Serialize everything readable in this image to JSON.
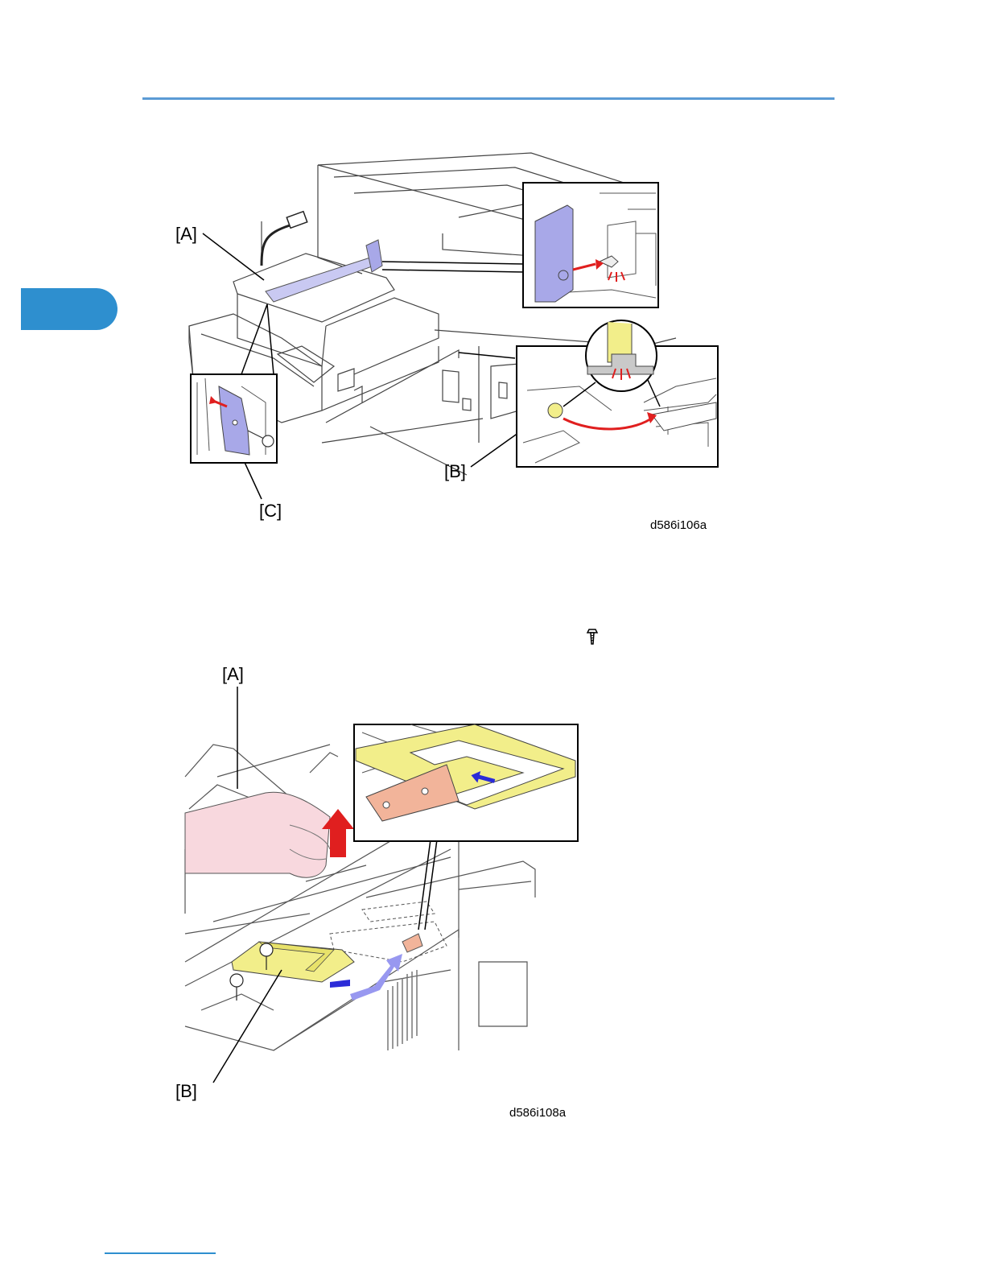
{
  "figure1": {
    "callouts": [
      "[A]",
      "[B]",
      "[C]"
    ],
    "code": "d586i106a"
  },
  "figure2": {
    "callouts": [
      "[A]",
      "[B]"
    ],
    "code": "d586i108a"
  },
  "icons": {
    "screw": "screw-icon"
  },
  "colors": {
    "accent_blue": "#2e8fcf",
    "part_violet": "#a8a8e8",
    "part_yellow": "#f2ee8a",
    "part_copper": "#f2b49a",
    "arrow_red": "#e01f1f",
    "arrow_blue": "#2b2bd8",
    "hand": "#f8d8de"
  }
}
